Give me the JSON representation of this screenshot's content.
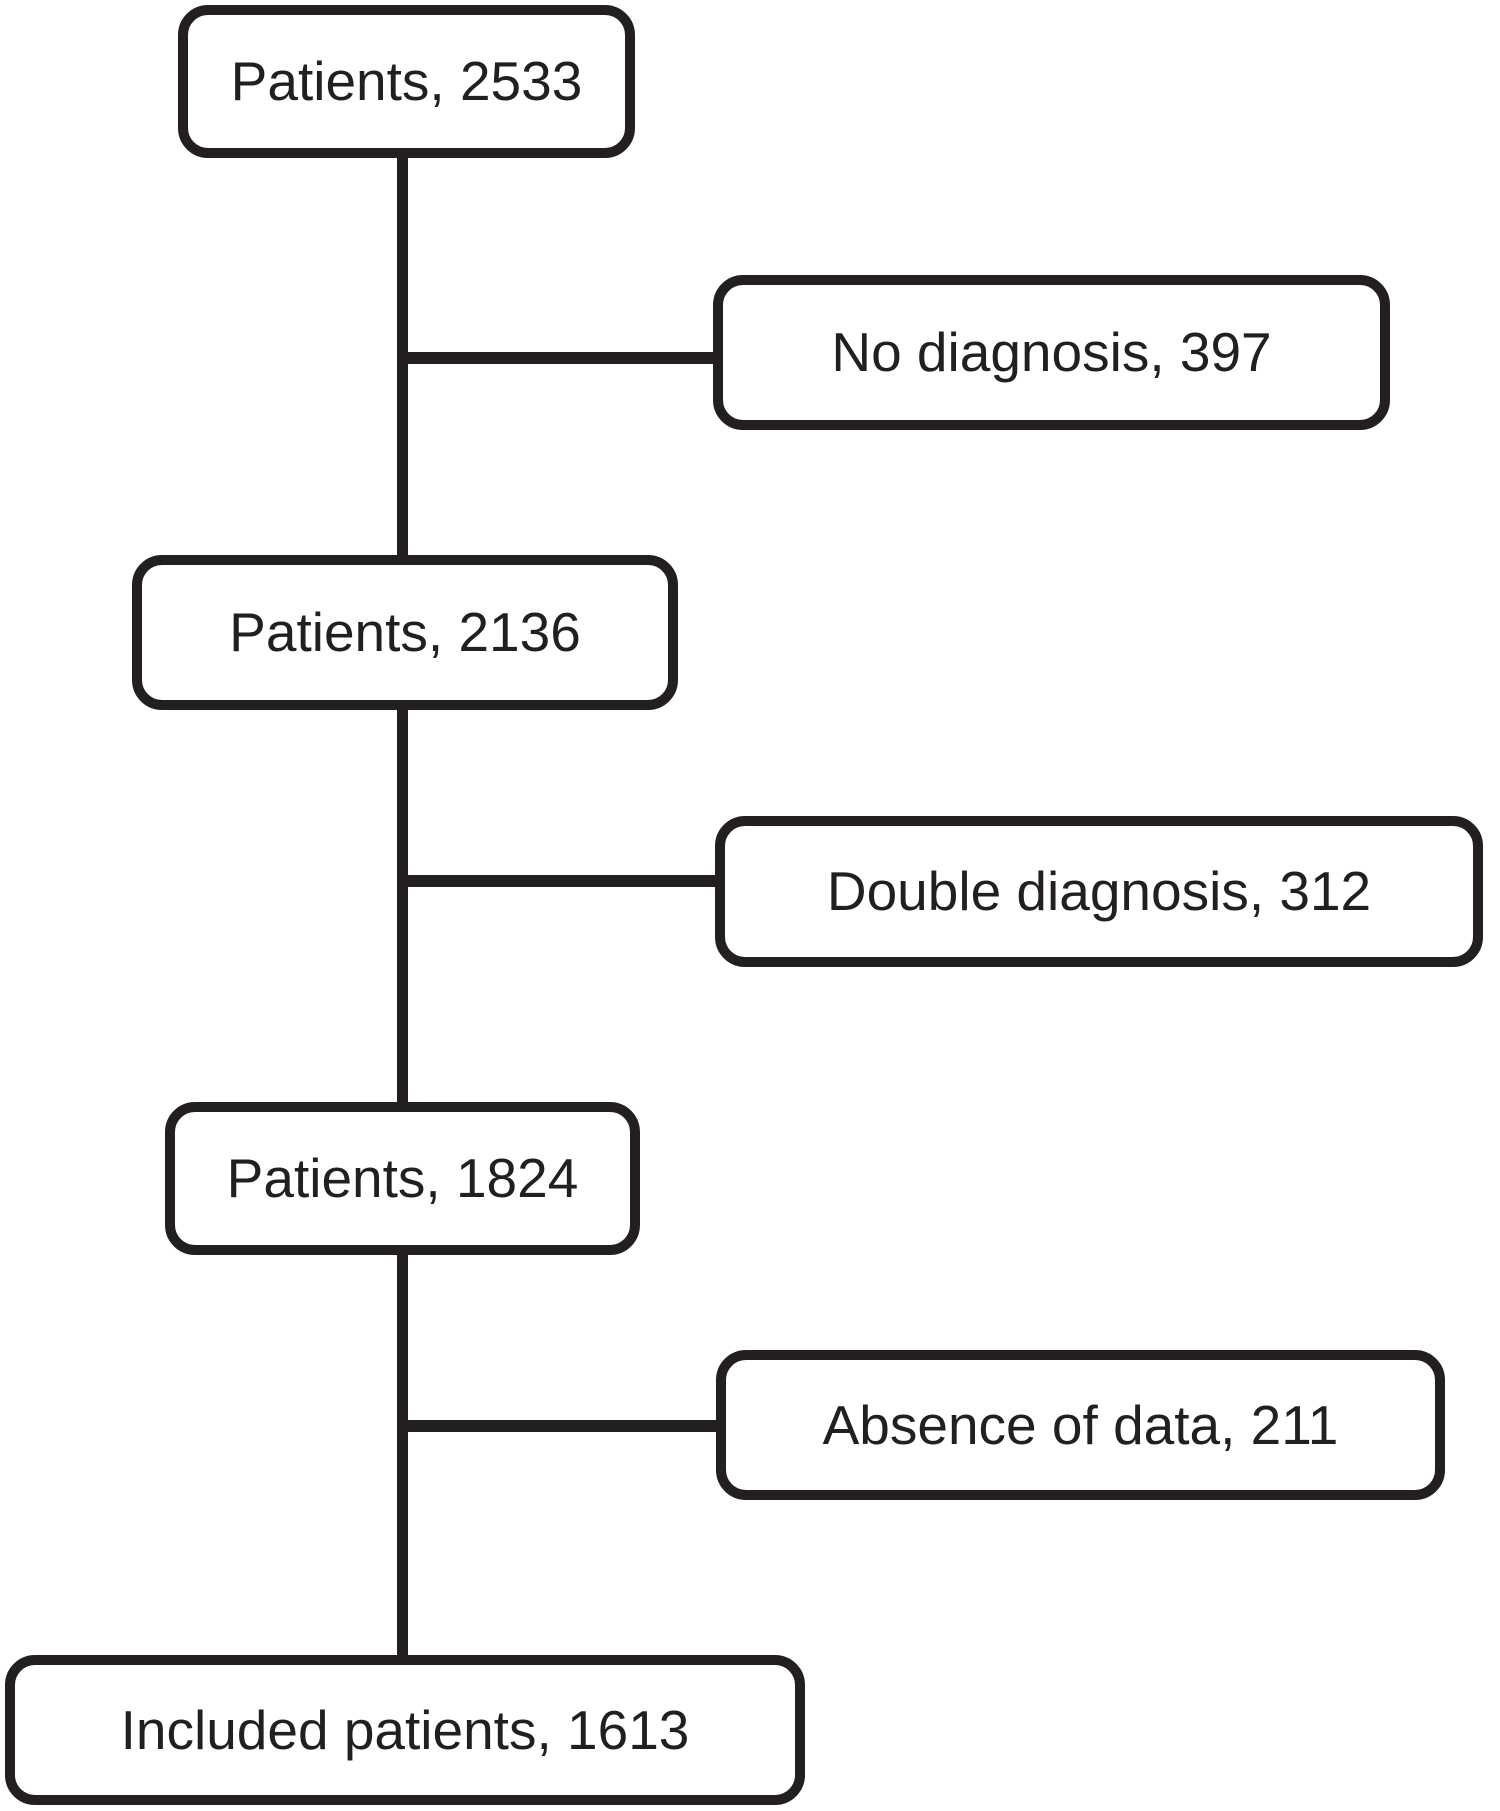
{
  "diagram": {
    "kind": "patient-flow-diagram",
    "background_color": "#ffffff",
    "line_color": "#231f20",
    "nodes": [
      {
        "id": "patients-2533",
        "label": "Patients, 2533",
        "count": 2533,
        "role": "main"
      },
      {
        "id": "no-diagnosis-397",
        "label": "No diagnosis, 397",
        "count": 397,
        "role": "exclusion"
      },
      {
        "id": "patients-2136",
        "label": "Patients, 2136",
        "count": 2136,
        "role": "main"
      },
      {
        "id": "double-diagnosis-312",
        "label": "Double diagnosis, 312",
        "count": 312,
        "role": "exclusion"
      },
      {
        "id": "patients-1824",
        "label": "Patients, 1824",
        "count": 1824,
        "role": "main"
      },
      {
        "id": "absence-of-data-211",
        "label": "Absence of data, 211",
        "count": 211,
        "role": "exclusion"
      },
      {
        "id": "included-patients-1613",
        "label": "Included patients, 1613",
        "count": 1613,
        "role": "main"
      }
    ],
    "edges": [
      {
        "from": "patients-2533",
        "to": "patients-2136"
      },
      {
        "from": "patients-2533",
        "to": "no-diagnosis-397"
      },
      {
        "from": "patients-2136",
        "to": "patients-1824"
      },
      {
        "from": "patients-2136",
        "to": "double-diagnosis-312"
      },
      {
        "from": "patients-1824",
        "to": "included-patients-1613"
      },
      {
        "from": "patients-1824",
        "to": "absence-of-data-211"
      }
    ]
  }
}
